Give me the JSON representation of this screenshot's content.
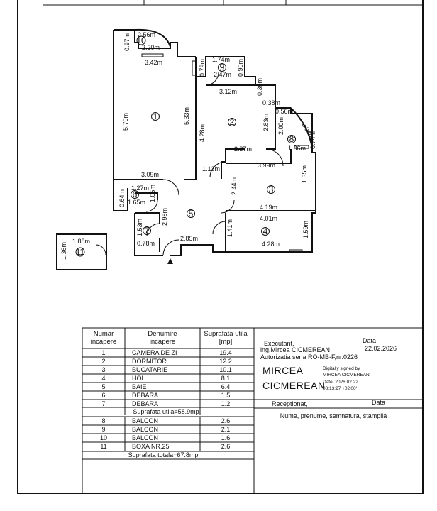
{
  "plan": {
    "rooms": [
      {
        "no": "1"
      },
      {
        "no": "2"
      },
      {
        "no": "3"
      },
      {
        "no": "4"
      },
      {
        "no": "5"
      },
      {
        "no": "6"
      },
      {
        "no": "7"
      },
      {
        "no": "8"
      },
      {
        "no": "9"
      },
      {
        "no": "10"
      },
      {
        "no": "11"
      }
    ],
    "dims": {
      "d1": "2.56m",
      "d2": "0.97m",
      "d3": "2.20m",
      "d4": "3.42m",
      "d5": "5.70m",
      "d6": "5.33m",
      "d7": "3.09m",
      "d8": "1.74m",
      "d9": "2.47m",
      "d10": "0.79m",
      "d11": "0.90m",
      "d12": "3.12m",
      "d13": "0.39m",
      "d14": "0.38m",
      "d15": "4.28m",
      "d16": "2.83m",
      "d17": "0.56m",
      "d18": "2.00m",
      "d19": "2.04m",
      "d20": "1.86m",
      "d21": "0.74m",
      "d22": "2.37m",
      "d23": "1.13m",
      "d24": "3.99m",
      "d25": "1.35m",
      "d26": "2.44m",
      "d27": "4.19m",
      "d28": "1.27m",
      "d29": "0.64m",
      "d30": "1.65m",
      "d31": "1.05m",
      "d32": "2.98m",
      "d33": "4.01m",
      "d34": "1.41m",
      "d35": "1.59m",
      "d36": "1.53m",
      "d37": "0.78m",
      "d38": "2.85m",
      "d39": "4.28m",
      "d40": "1.88m",
      "d41": "1.36m"
    }
  },
  "table": {
    "headers": {
      "col1": [
        "Numar",
        "incapere"
      ],
      "col2": [
        "Denumire",
        "incapere"
      ],
      "col3": [
        "Suprafata utila",
        "[mp]"
      ]
    },
    "rows_a": [
      {
        "no": "1",
        "name": "CAMERA DE ZI",
        "area": "19.4"
      },
      {
        "no": "2",
        "name": "DORMITOR",
        "area": "12.2"
      },
      {
        "no": "3",
        "name": "BUCATARIE",
        "area": "10.1"
      },
      {
        "no": "4",
        "name": "HOL",
        "area": "8.1"
      },
      {
        "no": "5",
        "name": "BAIE",
        "area": "6.4"
      },
      {
        "no": "6",
        "name": "DEBARA",
        "area": "1.5"
      },
      {
        "no": "7",
        "name": "DEBARA",
        "area": "1.2"
      }
    ],
    "subtotal": "Suprafata utila=58.9mp",
    "rows_b": [
      {
        "no": "8",
        "name": "BALCON",
        "area": "2.6"
      },
      {
        "no": "9",
        "name": "BALCON",
        "area": "2.1"
      },
      {
        "no": "10",
        "name": "BALCON",
        "area": "1.6"
      },
      {
        "no": "11",
        "name": "BOXA NR.25",
        "area": "2.6"
      }
    ],
    "total": "Suprafata totala=67.8mp"
  },
  "executant": {
    "label": "Executant,",
    "name": "ing.Mircea CICMEREAN",
    "authorization": "Autorizatia seria RO-MB-F,nr.0226",
    "date_label": "Data",
    "date": "22.02.2026"
  },
  "signature": {
    "name_line1": "MIRCEA",
    "name_line2": "CICMEREAN",
    "l1": "Digitally signed by",
    "l2": "MIRCEA CICMEREAN",
    "l3": "Date: 2026.02.22",
    "l4": "08:13:27 +02'00'"
  },
  "receptionat": {
    "label": "Receptionat,",
    "date_label": "Data",
    "note": "Nume, prenume, semnatura, stampila"
  }
}
